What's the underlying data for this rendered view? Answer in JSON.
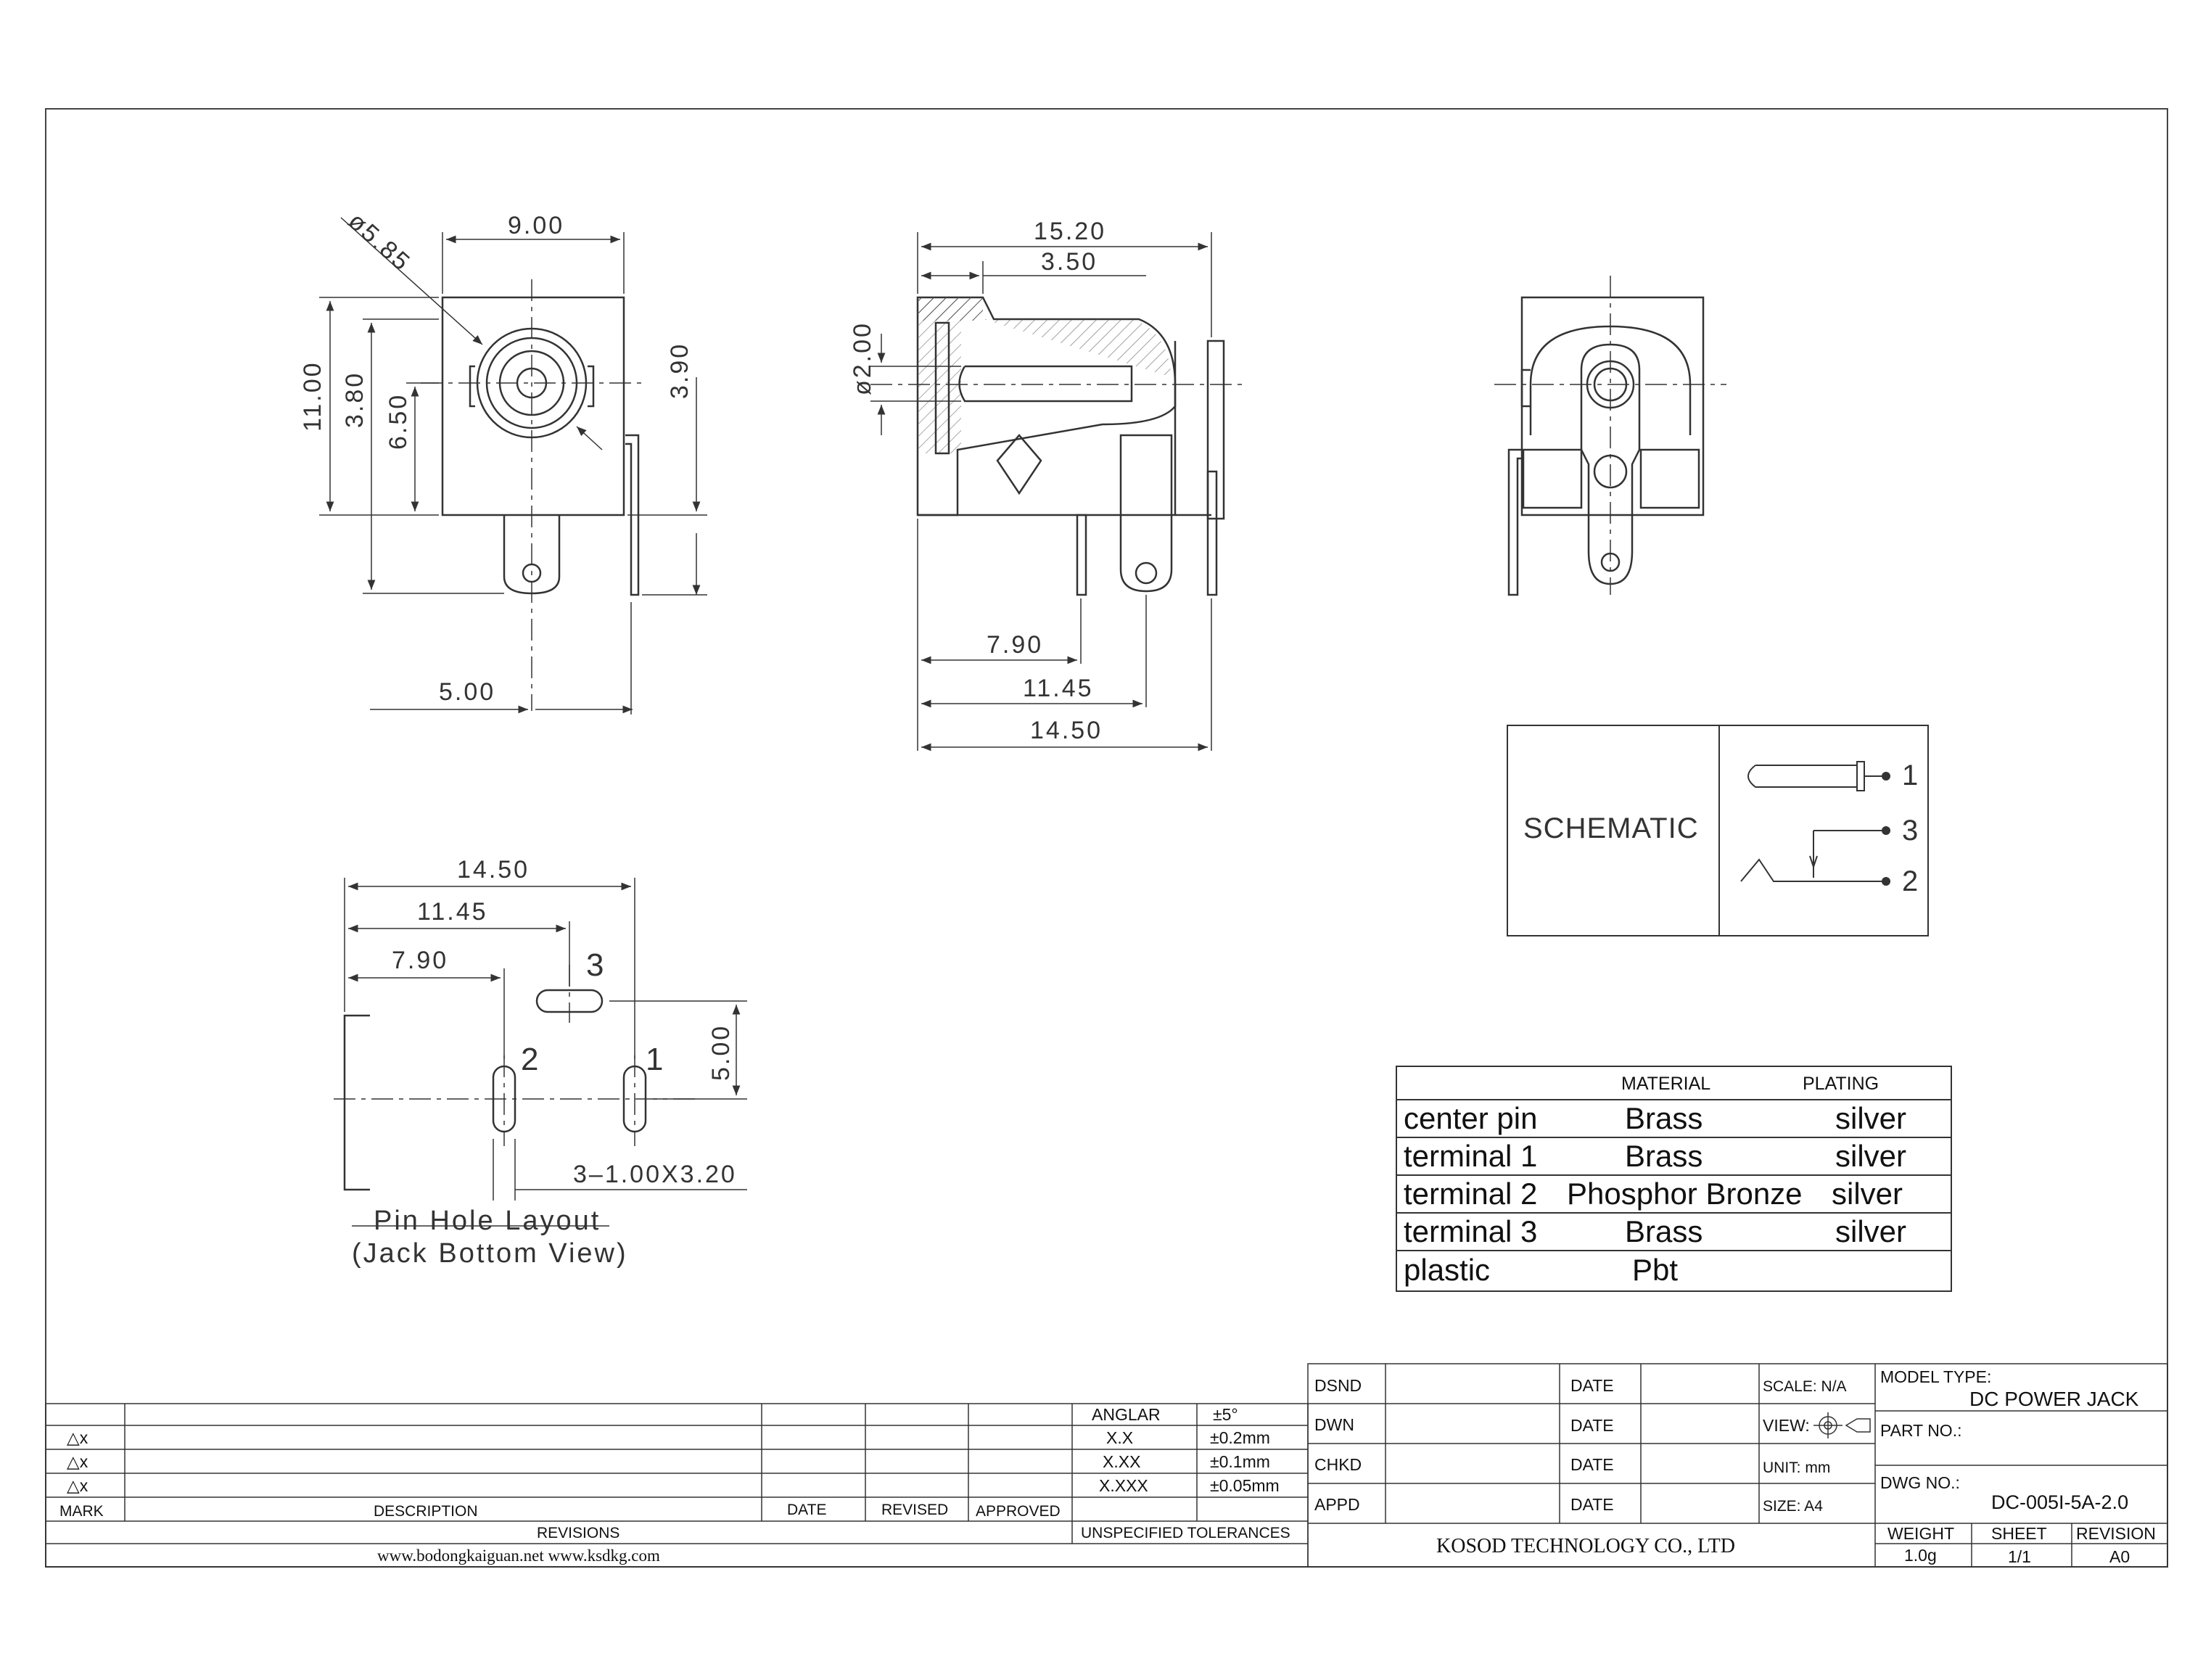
{
  "front_view": {
    "width": "9.00",
    "diameter": "ø5.85",
    "height": "11.00",
    "h_mid": "3.80",
    "h_low": "6.50",
    "right_h": "3.90",
    "pin_offset": "5.00"
  },
  "side_view": {
    "total_len": "15.20",
    "tip_len": "3.50",
    "pin_dia": "ø2.00",
    "pin2_pos": "7.90",
    "pin3_pos": "11.45",
    "body_len": "14.50"
  },
  "pin_layout": {
    "dim_1450": "14.50",
    "dim_1145": "11.45",
    "dim_790": "7.90",
    "dim_500": "5.00",
    "slot_note": "3–1.00X3.20",
    "pin1": "1",
    "pin2": "2",
    "pin3": "3",
    "caption_1": "Pin Hole Layout",
    "caption_2": "(Jack Bottom View)"
  },
  "schematic": {
    "label": "SCHEMATIC",
    "pins": [
      "1",
      "3",
      "2"
    ]
  },
  "materials": {
    "header_material": "MATERIAL",
    "header_plating": "PLATING",
    "rows": [
      {
        "part": "center pin",
        "material": "Brass",
        "plating": "silver"
      },
      {
        "part": "terminal 1",
        "material": "Brass",
        "plating": "silver"
      },
      {
        "part": "terminal 2",
        "material": "Phosphor Bronze",
        "plating": "silver"
      },
      {
        "part": "terminal 3",
        "material": "Brass",
        "plating": "silver"
      },
      {
        "part": "plastic",
        "material": "Pbt",
        "plating": ""
      }
    ]
  },
  "revisions": {
    "marks": [
      "△x",
      "△x",
      "△x"
    ],
    "col_mark": "MARK",
    "col_description": "DESCRIPTION",
    "col_date": "DATE",
    "col_revised": "REVISED",
    "col_approved": "APPROVED",
    "title": "REVISIONS",
    "websites": "www.bodongkaiguan.net     www.ksdkg.com"
  },
  "tolerances": {
    "rows": [
      {
        "label": "ANGLAR",
        "value": "±5°"
      },
      {
        "label": "X.X",
        "value": "±0.2mm"
      },
      {
        "label": "X.XX",
        "value": "±0.1mm"
      },
      {
        "label": "X.XXX",
        "value": "±0.05mm"
      }
    ],
    "title": "UNSPECIFIED TOLERANCES"
  },
  "title_block": {
    "dsnd": "DSND",
    "dwn": "DWN",
    "chkd": "CHKD",
    "appd": "APPD",
    "date": "DATE",
    "scale": "SCALE: N/A",
    "view": "VIEW:",
    "unit": "UNIT: mm",
    "size": "SIZE: A4",
    "model_type_label": "MODEL TYPE:",
    "model_type": "DC POWER JACK",
    "part_no_label": "PART NO.:",
    "dwg_no_label": "DWG NO.:",
    "dwg_no": "DC-005I-5A-2.0",
    "company": "KOSOD TECHNOLOGY CO., LTD",
    "weight_label": "WEIGHT",
    "weight": "1.0g",
    "sheet_label": "SHEET",
    "sheet": "1/1",
    "revision_label": "REVISION",
    "revision": "A0"
  }
}
